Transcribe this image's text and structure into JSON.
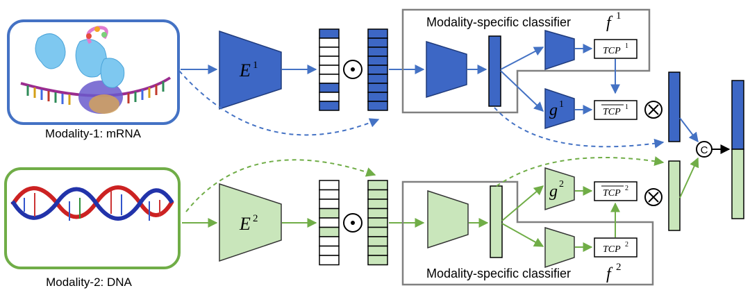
{
  "colors": {
    "blue_fill": "#3d67c5",
    "blue_stroke": "#1f3a7a",
    "blue_arrow": "#4472c4",
    "green_fill": "#c9e6bb",
    "green_stroke": "#333333",
    "green_arrow": "#70ad47",
    "box_gray": "#808080"
  },
  "modality1": {
    "caption": "Modality-1: mRNA",
    "encoder": "E",
    "encoder_sup": "1",
    "classifier_title": "Modality-specific classifier",
    "classifier_fn": "f",
    "classifier_sup": "1",
    "tcp": "TCP",
    "tcp_sup": "1",
    "tcp_hat": "TCP",
    "tcp_hat_sup": "1",
    "g": "g",
    "g_sup": "1"
  },
  "modality2": {
    "caption": "Modality-2: DNA",
    "encoder": "E",
    "encoder_sup": "2",
    "classifier_title": "Modality-specific classifier",
    "classifier_fn": "f",
    "classifier_sup": "2",
    "tcp": "TCP",
    "tcp_sup": "2",
    "tcp_hat": "TCP",
    "tcp_hat_sup": "2",
    "g": "g",
    "g_sup": "2"
  },
  "operators": {
    "hadamard": "⊙",
    "multiply": "⊗",
    "concat": "C"
  },
  "mask1_pattern": [
    1,
    0,
    0,
    0,
    0,
    0,
    1,
    0,
    1
  ],
  "mask2_pattern": [
    0,
    0,
    0,
    1,
    0,
    1,
    0,
    0,
    0
  ]
}
